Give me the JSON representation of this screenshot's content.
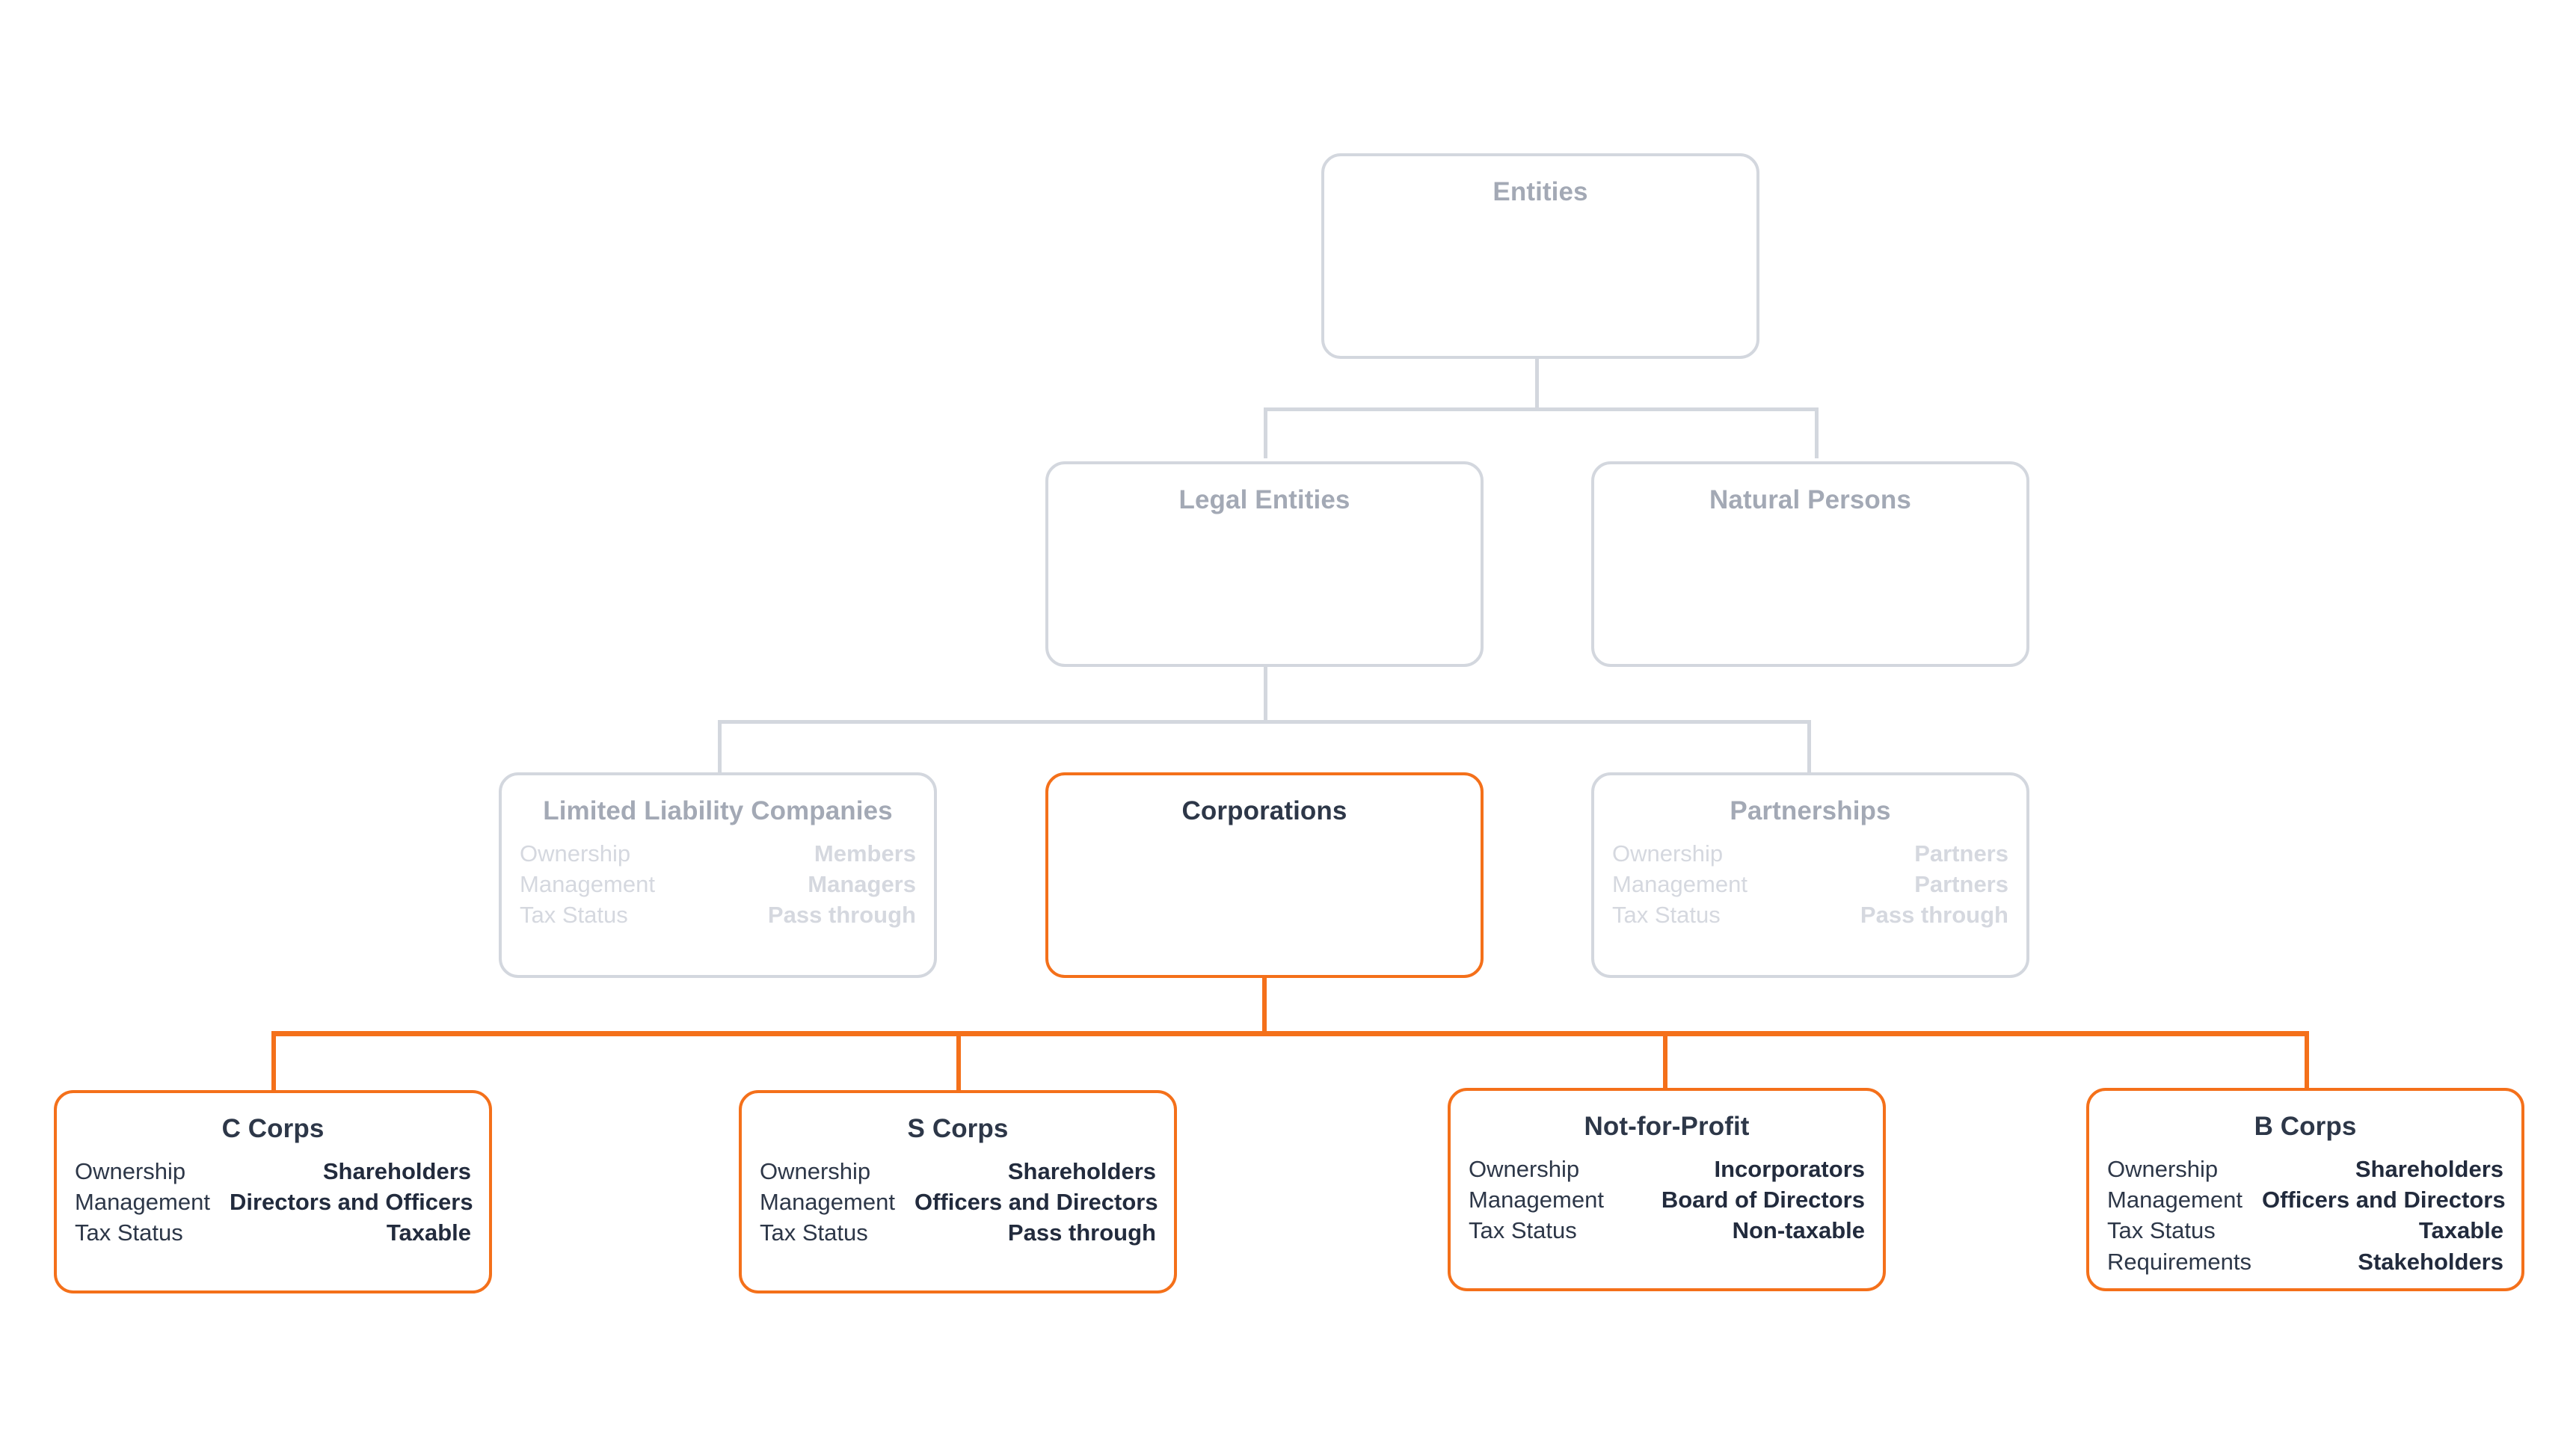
{
  "diagram": {
    "type": "hierarchy-tree",
    "title": "Entities hierarchy",
    "colors": {
      "accent_orange": "#f4701a",
      "muted_gray": "#d3d7de",
      "title_gray": "#a3a9b5",
      "body_gray": "#d5d8df",
      "active_text": "#2d3748",
      "background": "#ffffff"
    },
    "attribute_labels": {
      "ownership": "Ownership",
      "management": "Management",
      "tax_status": "Tax Status",
      "requirements": "Requirements"
    },
    "levels": [
      {
        "level": 1,
        "nodes": [
          {
            "id": "entities",
            "title": "Entities",
            "state": "muted",
            "attrs": []
          }
        ]
      },
      {
        "level": 2,
        "nodes": [
          {
            "id": "legal-entities",
            "title": "Legal Entities",
            "state": "muted",
            "attrs": []
          },
          {
            "id": "natural-persons",
            "title": "Natural Persons",
            "state": "muted",
            "attrs": []
          }
        ]
      },
      {
        "level": 3,
        "nodes": [
          {
            "id": "limited-liability-companies",
            "title": "Limited Liability Companies",
            "state": "muted",
            "attrs": [
              {
                "label": "Ownership",
                "value": "Members"
              },
              {
                "label": "Management",
                "value": "Managers"
              },
              {
                "label": "Tax Status",
                "value": "Pass through"
              }
            ]
          },
          {
            "id": "corporations",
            "title": "Corporations",
            "state": "active",
            "attrs": []
          },
          {
            "id": "partnerships",
            "title": "Partnerships",
            "state": "muted",
            "attrs": [
              {
                "label": "Ownership",
                "value": "Partners"
              },
              {
                "label": "Management",
                "value": "Partners"
              },
              {
                "label": "Tax Status",
                "value": "Pass through"
              }
            ]
          }
        ]
      },
      {
        "level": 4,
        "nodes": [
          {
            "id": "c-corps",
            "title": "C Corps",
            "state": "active",
            "attrs": [
              {
                "label": "Ownership",
                "value": "Shareholders"
              },
              {
                "label": "Management",
                "value": "Directors and Officers"
              },
              {
                "label": "Tax Status",
                "value": "Taxable"
              }
            ]
          },
          {
            "id": "s-corps",
            "title": "S Corps",
            "state": "active",
            "attrs": [
              {
                "label": "Ownership",
                "value": "Shareholders"
              },
              {
                "label": "Management",
                "value": "Officers and Directors"
              },
              {
                "label": "Tax Status",
                "value": "Pass through"
              }
            ]
          },
          {
            "id": "not-for-profit",
            "title": "Not-for-Profit",
            "state": "active",
            "attrs": [
              {
                "label": "Ownership",
                "value": "Incorporators"
              },
              {
                "label": "Management",
                "value": "Board of Directors"
              },
              {
                "label": "Tax Status",
                "value": "Non-taxable"
              }
            ]
          },
          {
            "id": "b-corps",
            "title": "B Corps",
            "state": "active",
            "attrs": [
              {
                "label": "Ownership",
                "value": "Shareholders"
              },
              {
                "label": "Management",
                "value": "Officers and Directors"
              },
              {
                "label": "Tax Status",
                "value": "Taxable"
              },
              {
                "label": "Requirements",
                "value": "Stakeholders"
              }
            ]
          }
        ]
      }
    ]
  }
}
